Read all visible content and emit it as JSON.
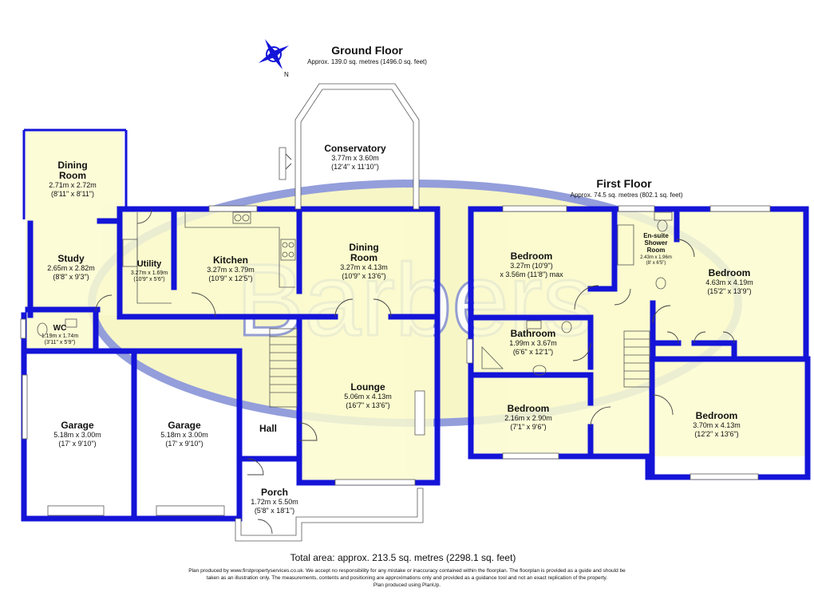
{
  "ground_floor": {
    "title": "Ground Floor",
    "area": "Approx. 139.0 sq. metres (1496.0 sq. feet)",
    "compass_label": "N",
    "rooms": [
      {
        "name": "Conservatory",
        "dims": [
          "3.77m x 3.60m",
          "(12'4\" x 11'10\")"
        ]
      },
      {
        "name": "Dining",
        "name2": "Room",
        "dims": [
          "2.71m x 2.72m",
          "(8'11\" x 8'11\")"
        ]
      },
      {
        "name": "Study",
        "dims": [
          "2.65m x 2.82m",
          "(8'8\" x 9'3\")"
        ]
      },
      {
        "name": "Utility",
        "dims": [
          "3.27m x 1.69m",
          "(10'9\" x 5'6\")"
        ]
      },
      {
        "name": "Kitchen",
        "dims": [
          "3.27m x 3.79m",
          "(10'9\" x 12'5\")"
        ]
      },
      {
        "name": "Dining",
        "name2": "Room",
        "dims": [
          "3.27m x 4.13m",
          "(10'9\" x 13'6\")"
        ]
      },
      {
        "name": "WC",
        "dims": [
          "1.19m x 1.74m",
          "(3'11\" x 5'9\")"
        ]
      },
      {
        "name": "Lounge",
        "dims": [
          "5.06m x 4.13m",
          "(16'7\" x 13'6\")"
        ]
      },
      {
        "name": "Garage",
        "dims": [
          "5.18m x 3.00m",
          "(17' x 9'10\")"
        ]
      },
      {
        "name": "Garage",
        "dims": [
          "5.18m x 3.00m",
          "(17' x 9'10\")"
        ]
      },
      {
        "name": "Hall",
        "dims": []
      },
      {
        "name": "Porch",
        "dims": [
          "1.72m x 5.50m",
          "(5'8\" x 18'1\")"
        ]
      }
    ]
  },
  "first_floor": {
    "title": "First Floor",
    "area": "Approx. 74.5 sq. metres (802.1 sq. feet)",
    "rooms": [
      {
        "name": "Bedroom",
        "dims": [
          "3.27m (10'9\")",
          "x 3.56m (11'8\") max"
        ]
      },
      {
        "name": "En-suite",
        "name2": "Shower",
        "name3": "Room",
        "dims": [
          "2.43m x 1.96m",
          "(8' x 6'5\")"
        ]
      },
      {
        "name": "Bedroom",
        "dims": [
          "4.63m x 4.19m",
          "(15'2\" x 13'9\")"
        ]
      },
      {
        "name": "Bathroom",
        "dims": [
          "1.99m x 3.67m",
          "(6'6\" x 12'1\")"
        ]
      },
      {
        "name": "Bedroom",
        "dims": [
          "2.16m x 2.90m",
          "(7'1\" x 9'6\")"
        ]
      },
      {
        "name": "Bedroom",
        "dims": [
          "3.70m x 4.13m",
          "(12'2\" x 13'6\")"
        ]
      }
    ]
  },
  "watermark": {
    "text": "Barbers",
    "color": "#2a3fae",
    "fill": "#f2ef9a"
  },
  "footer": {
    "total": "Total area: approx. 213.5 sq. metres (2298.1 sq. feet)",
    "disclaimer1": "Plan produced by www.firstpropertyservices.co.uk. We accept no responsibility for any mistake or inaccuracy contained within the floorplan. The floorplan is provided as a guide and should be",
    "disclaimer2": "taken as an illustration only. The measurements, contents and positioning are approximations only and provided as a guidance tool and not an exact replication of the property.",
    "disclaimer3": "Plan produced using PlanUp."
  },
  "colors": {
    "wall": "#1414d8",
    "floor": "#fbfbd0"
  }
}
